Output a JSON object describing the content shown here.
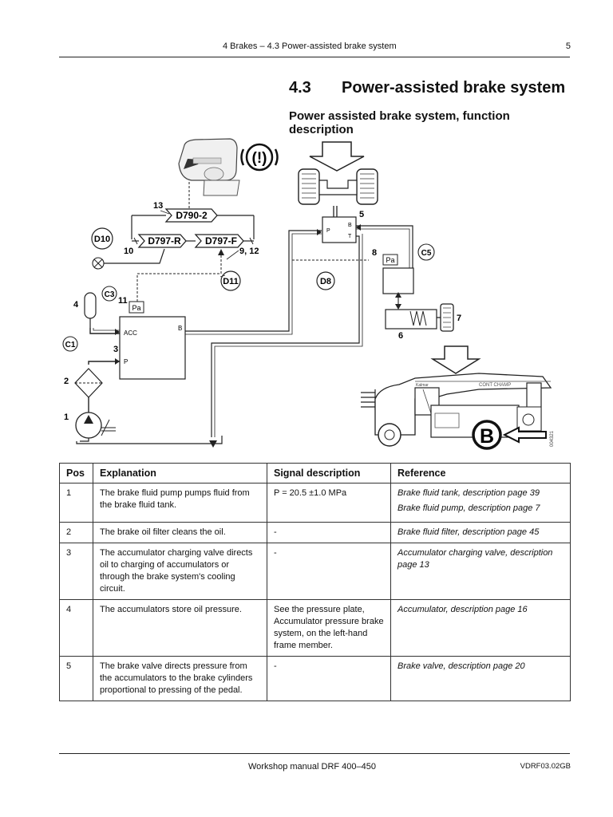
{
  "header": {
    "chapter": "4 Brakes – 4.3 Power-assisted brake system",
    "page_number": "5"
  },
  "section": {
    "number": "4.3",
    "title": "Power-assisted brake system"
  },
  "subtitle": "Power assisted brake system, function description",
  "diagram": {
    "labels": {
      "d790_2": "D790-2",
      "d797_r": "D797-R",
      "d797_f": "D797-F",
      "d10": "D10",
      "d11": "D11",
      "d8": "D8",
      "c3": "C3",
      "c1": "C1",
      "c5": "C5",
      "n13": "13",
      "n10": "10",
      "n9_12": "9, 12",
      "n11": "11",
      "n4": "4",
      "n3": "3",
      "n2": "2",
      "n1": "1",
      "n5": "5",
      "n8": "8",
      "n6": "6",
      "n7": "7",
      "acc": "ACC",
      "p_left": "P",
      "b_left": "B",
      "pa": "Pa",
      "pa2": "Pa",
      "p_valve": "P",
      "b_valve": "B",
      "t_valve": "T",
      "warning": "(!)",
      "circle_b": "B",
      "drawing_id": "004321",
      "decal_brand": "Kalmar",
      "decal_model": "CONT CHAMP"
    }
  },
  "table": {
    "columns": [
      "Pos",
      "Explanation",
      "Signal description",
      "Reference"
    ],
    "rows": [
      {
        "pos": "1",
        "explanation": "The brake fluid pump pumps fluid from the brake fluid tank.",
        "signal": "P = 20.5 ±1.0 MPa",
        "references": [
          "Brake fluid tank, description page 39",
          "Brake fluid pump, description page 7"
        ]
      },
      {
        "pos": "2",
        "explanation": "The brake oil filter cleans the oil.",
        "signal": "-",
        "references": [
          "Brake fluid filter, description page 45"
        ]
      },
      {
        "pos": "3",
        "explanation": "The accumulator charging valve directs oil to charging of accumulators or through the brake system's cooling circuit.",
        "signal": "-",
        "references": [
          "Accumulator charging valve, description page 13"
        ]
      },
      {
        "pos": "4",
        "explanation": "The accumulators store oil pressure.",
        "signal": "See the pressure plate, Accumulator pressure brake system, on the left-hand frame member.",
        "references": [
          "Accumulator, description page 16"
        ]
      },
      {
        "pos": "5",
        "explanation": "The brake valve directs pressure from the accumulators to the brake cylinders proportional to pressing of the pedal.",
        "signal": "-",
        "references": [
          "Brake valve, description page 20"
        ]
      }
    ]
  },
  "footer": {
    "manual": "Workshop manual DRF 400–450",
    "doc_code": "VDRF03.02GB"
  }
}
